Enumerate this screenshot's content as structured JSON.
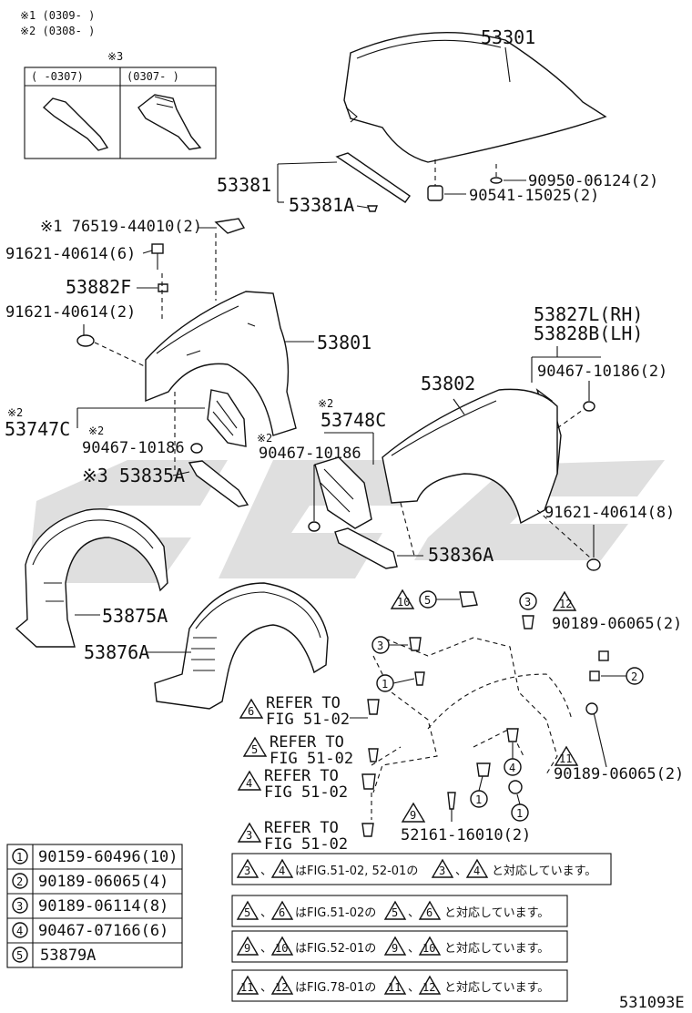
{
  "notes": {
    "note1": "※1 (0309-    )",
    "note2": "※2 (0308-    )",
    "note3_mark": "※3",
    "col1": "(    -0307)",
    "col2": "(0307-    )"
  },
  "labels": {
    "p53301": "53301",
    "p90950": "90950-06124(2)",
    "p90541": "90541-15025(2)",
    "p53381": "53381",
    "p53381a": "53381A",
    "p76519": "※1 76519-44010(2)",
    "p91621a": "91621-40614(6)",
    "p53882f": "53882F",
    "p91621b": "91621-40614(2)",
    "p53801": "53801",
    "p53827l": "53827L(RH)",
    "p53828b": "53828B(LH)",
    "p90467a": "90467-10186(2)",
    "p53802": "53802",
    "mark2a": "※2",
    "p53747c": "53747C",
    "mark2b": "※2",
    "p90467b": "90467-10186",
    "mark2c": "※2",
    "p53748c": "53748C",
    "mark2d": "※2",
    "p90467c": "90467-10186",
    "p53835a": "※3 53835A",
    "p91621c": "91621-40614(8)",
    "p53836a": "53836A",
    "p53875a": "53875A",
    "p53876a": "53876A",
    "p90189a": "90189-06065(2)",
    "p90189b": "90189-06065(2)",
    "p52161": "52161-16010(2)",
    "refer_line1": "REFER TO",
    "refer_line2": "FIG 51-02",
    "code": "531093E"
  },
  "callouts": {
    "c10": "10",
    "c5": "5",
    "c3": "3",
    "c12": "12",
    "c2": "2",
    "c1": "1",
    "c4": "4",
    "c11": "11",
    "c9": "9",
    "c6": "6"
  },
  "legend": [
    {
      "num": "1",
      "part": "90159-60496(10)"
    },
    {
      "num": "2",
      "part": "90189-06065(4)"
    },
    {
      "num": "3",
      "part": "90189-06114(8)"
    },
    {
      "num": "4",
      "part": "90467-07166(6)"
    },
    {
      "num": "5",
      "part": "53879A"
    }
  ],
  "cross_refs": [
    {
      "a": "3",
      "b": "4",
      "text_1": "はFIG.51-02, 52-01の",
      "text_2": "と対応しています。"
    },
    {
      "a": "5",
      "b": "6",
      "text_1": "はFIG.51-02の",
      "text_2": "と対応しています。"
    },
    {
      "a": "9",
      "b": "10",
      "text_1": "はFIG.52-01の",
      "text_2": "と対応しています。"
    },
    {
      "a": "11",
      "b": "12",
      "text_1": "はFIG.78-01の",
      "text_2": "と対応しています。"
    }
  ],
  "colors": {
    "ink": "#111111",
    "watermark": "#9a9a9a"
  }
}
